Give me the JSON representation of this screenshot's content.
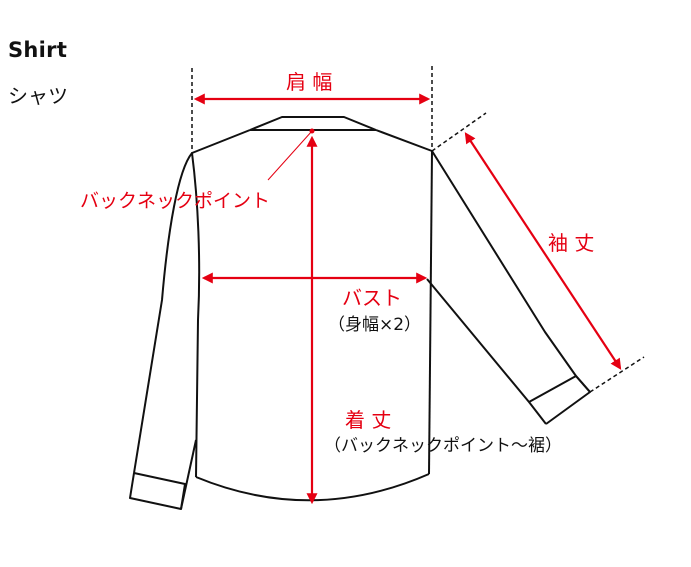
{
  "title": {
    "english": "Shirt",
    "japanese": "シャツ"
  },
  "colors": {
    "accent": "#e50012",
    "outline": "#111111"
  },
  "measurements": {
    "shoulder_width": {
      "label": "肩 幅"
    },
    "back_neck_point": {
      "label": "バックネックポイント"
    },
    "bust": {
      "label": "バスト",
      "note": "（身幅×2）"
    },
    "sleeve_length": {
      "label": "袖 丈"
    },
    "body_length": {
      "label": "着 丈",
      "note": "（バックネックポイント～裾）"
    }
  }
}
